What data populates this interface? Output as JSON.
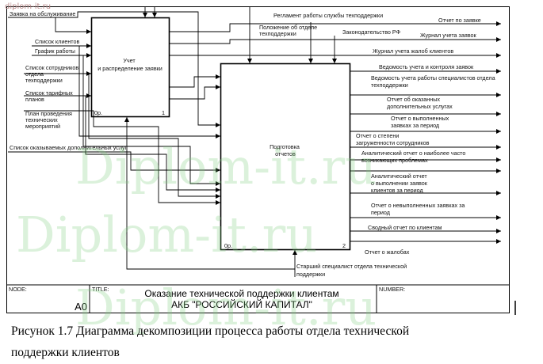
{
  "watermark": {
    "top_left": "diplom-it.ru",
    "large": "Diplom-it.ru"
  },
  "boxes": [
    {
      "title": "Учет и распределение заявки",
      "node": "0р.",
      "number": "1"
    },
    {
      "title": "Подготовка отчетов",
      "node": "0р.",
      "number": "2"
    }
  ],
  "inputs": {
    "zayavka": "Заявка на обслуживание",
    "clients": "Список клиентов",
    "schedule": "График работы",
    "staff": "Список сотрудников отдела техподдержки",
    "tariffs": "Список тарифных планов",
    "plan": "План проведения технических мероприятий",
    "extra_services": "Список оказываемых дополнительных услуг"
  },
  "controls": {
    "reglament": "Регламент работы службы техподдержки",
    "polozhenie": "Положение об отделе техподдержки",
    "law": "Законодательство РФ"
  },
  "mechanism": "Старший специалист отдела технической поддержки",
  "outputs": [
    "Отчет по заявке",
    "Журнал учета заявок",
    "Журнал учета жалоб клиентов",
    "Ведомость учета и контроля заявок",
    "Ведомость учета работы специалистов отдела техподдержки",
    "Отчет об оказанных дополнительных услугах",
    "Отчет о выполненных заявках за период",
    "Отчет о степени загруженности сотрудников",
    "Аналитический отчет о наиболее часто возникающих проблемах",
    "Аналитический отчет о выполнении заявок клиентов за период",
    "Отчет о невыполненных заявках за период",
    "Сводный отчет по клиентам",
    "Отчет о жалобах"
  ],
  "footer": {
    "node_label": "NODE:",
    "node_value": "A0",
    "title_label": "TITLE:",
    "title_line1": "Оказание технической  поддержки клиентам",
    "title_line2": "АКБ \"РОССИЙСКИЙ КАПИТАЛ\"",
    "number_label": "NUMBER:"
  },
  "caption": {
    "line1": "Рисунок 1.7 Диаграмма декомпозиции процесса работы отдела технической",
    "line2": "поддержки клиентов"
  }
}
